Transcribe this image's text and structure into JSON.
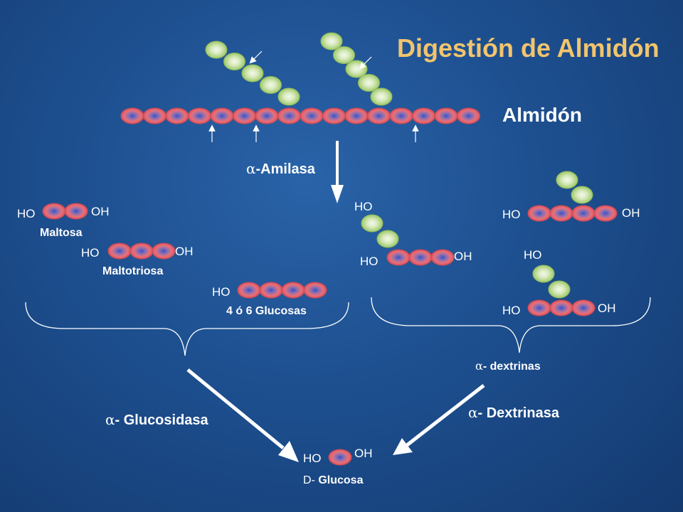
{
  "title": "Digestión de Almidón",
  "starch_label": "Almidón",
  "enzymes": {
    "amylase": "-Amilasa",
    "glucosidase": "- Glucosidasa",
    "dextrinase": "- Dextrinasa",
    "alpha_symbol": "α"
  },
  "products": {
    "maltose": "Maltosa",
    "maltotriose": "Maltotriosa",
    "oligo": "4 ó 6 Glucosas",
    "dextrins": "- dextrinas",
    "glucose_prefix": "D-",
    "glucose": "Glucosa"
  },
  "ends": {
    "ho": "HO",
    "oh": "OH"
  },
  "colors": {
    "title": "#f2c46d",
    "linear_unit": "#e8707a",
    "branch_unit": "#b8d98c",
    "background": "#1d4f8f"
  },
  "molecules": {
    "starch_main_chain_units": 16,
    "starch_branches": [
      5,
      5
    ],
    "maltose_units": 2,
    "maltotriose_units": 3,
    "oligo_units": 4,
    "dextrin_a": {
      "chain": 3,
      "branch": 2
    },
    "dextrin_b": {
      "chain": 4,
      "branch": 2
    },
    "dextrin_c": {
      "chain": 3,
      "branch": 2
    },
    "glucose_units": 1
  }
}
